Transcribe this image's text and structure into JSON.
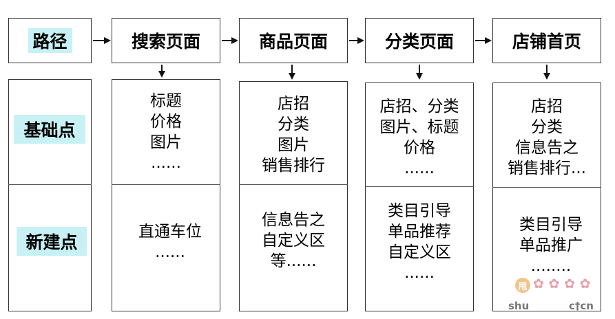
{
  "headers": {
    "path": "路径",
    "search": "搜索页面",
    "product": "商品页面",
    "category": "分类页面",
    "store": "店铺首页"
  },
  "row_labels": {
    "basic": "基础点",
    "new": "新建点"
  },
  "basic": {
    "search": [
      "标题",
      "价格",
      "图片",
      "......"
    ],
    "product": [
      "店招",
      "分类",
      "图片",
      "销售排行"
    ],
    "category": [
      "店招、分类",
      "图片、标题",
      "价格",
      "......"
    ],
    "store": [
      "店招",
      "分类",
      "信息告之",
      "销售排行..."
    ]
  },
  "new": {
    "search": [
      "直通车位",
      "......"
    ],
    "product": [
      "信息告之",
      "自定义区",
      "等......"
    ],
    "category": [
      "类目引导",
      "单品推荐",
      "自定义区",
      "......"
    ],
    "store": [
      "类目引导",
      "单品推广",
      "........"
    ]
  },
  "watermark": {
    "text": "shu",
    "tail": "c†cn",
    "logo_text": "甩"
  },
  "colors": {
    "tag_bg": "#c7f1f5",
    "border": "#333333"
  }
}
